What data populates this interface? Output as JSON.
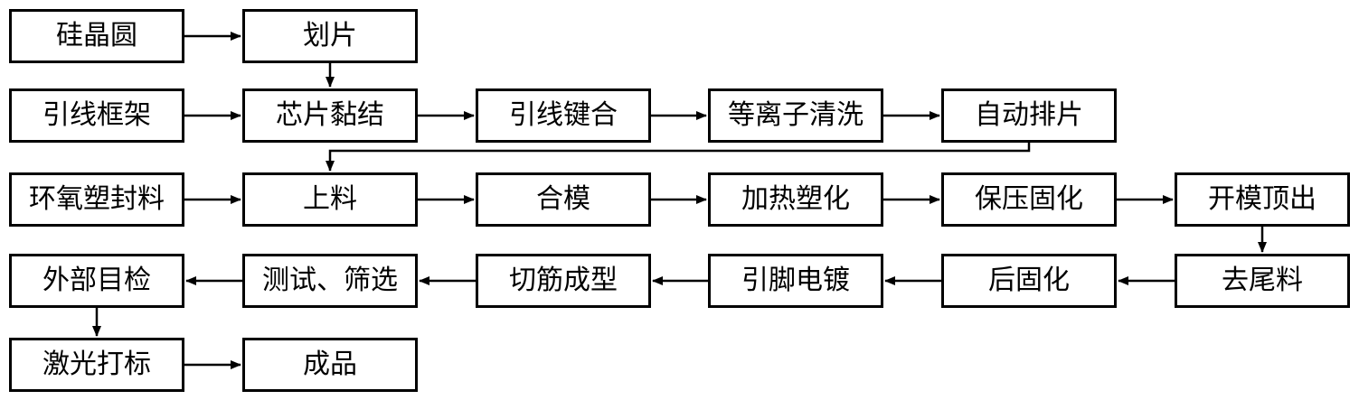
{
  "diagram": {
    "nodes": {
      "wafer": "硅晶圆",
      "dicing": "划片",
      "leadframe": "引线框架",
      "attach": "芯片黏结",
      "bond": "引线键合",
      "plasma": "等离子清洗",
      "autoload": "自动排片",
      "epoxy": "环氧塑封料",
      "loading": "上料",
      "moldclose": "合模",
      "heatcure": "加热塑化",
      "presscure": "保压固化",
      "eject": "开模顶出",
      "inspect": "外部目检",
      "testsort": "测试、筛选",
      "trimform": "切筋成型",
      "plating": "引脚电镀",
      "postcure": "后固化",
      "degate": "去尾料",
      "laser": "激光打标",
      "product": "成品"
    },
    "edges": [
      [
        "wafer",
        "dicing"
      ],
      [
        "dicing",
        "attach"
      ],
      [
        "leadframe",
        "attach"
      ],
      [
        "attach",
        "bond"
      ],
      [
        "bond",
        "plasma"
      ],
      [
        "plasma",
        "autoload"
      ],
      [
        "autoload",
        "loading"
      ],
      [
        "epoxy",
        "loading"
      ],
      [
        "loading",
        "moldclose"
      ],
      [
        "moldclose",
        "heatcure"
      ],
      [
        "heatcure",
        "presscure"
      ],
      [
        "presscure",
        "eject"
      ],
      [
        "eject",
        "degate"
      ],
      [
        "degate",
        "postcure"
      ],
      [
        "postcure",
        "plating"
      ],
      [
        "plating",
        "trimform"
      ],
      [
        "trimform",
        "testsort"
      ],
      [
        "testsort",
        "inspect"
      ],
      [
        "inspect",
        "laser"
      ],
      [
        "laser",
        "product"
      ]
    ],
    "colors": {
      "stroke": "#000000",
      "fill": "#ffffff",
      "text": "#000000"
    }
  }
}
